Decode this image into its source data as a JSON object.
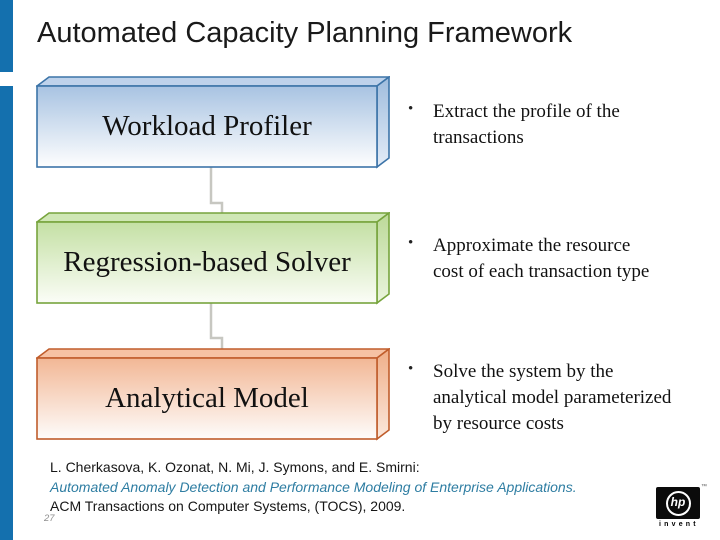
{
  "slide": {
    "title": "Automated Capacity Planning Framework",
    "page_number": "27"
  },
  "accent": {
    "sidebar_blue": "#1470ae",
    "connector_gray": "#c7c7c1"
  },
  "bullet_glyph": "•",
  "boxes": [
    {
      "label": "Workload Profiler",
      "border": "#3c74a8",
      "gradient_top": "#a8c3e2",
      "gradient_bottom": "#fefefe",
      "top_face": "#bed2eb",
      "side_top": "#9fbcdd",
      "side_bottom": "#e3ecf7"
    },
    {
      "label": "Regression-based Solver",
      "border": "#77a43d",
      "gradient_top": "#c4e0a4",
      "gradient_bottom": "#fbfdf7",
      "top_face": "#cfe7b5",
      "side_top": "#bcd998",
      "side_bottom": "#eaf4dd"
    },
    {
      "label": "Analytical Model",
      "border": "#c05d2c",
      "gradient_top": "#f2b795",
      "gradient_bottom": "#fefcfb",
      "top_face": "#f6c2a4",
      "side_top": "#efae88",
      "side_bottom": "#fbe8dc"
    }
  ],
  "bullets": [
    {
      "text": "Extract the profile of the\ntransactions"
    },
    {
      "text": "Approximate the resource\ncost of each transaction type"
    },
    {
      "text": "Solve the system by the\nanalytical model parameterized\nby resource costs"
    }
  ],
  "citation": {
    "authors": "L. Cherkasova, K. Ozonat, N. Mi, J. Symons, and E. Smirni:",
    "title": "Automated Anomaly Detection and Performance Modeling of Enterprise Applications.",
    "venue": "ACM Transactions on Computer Systems, (TOCS), 2009.",
    "title_color": "#2e7da2"
  },
  "logo": {
    "text": "hp",
    "tagline": "invent",
    "trademark": "™"
  }
}
